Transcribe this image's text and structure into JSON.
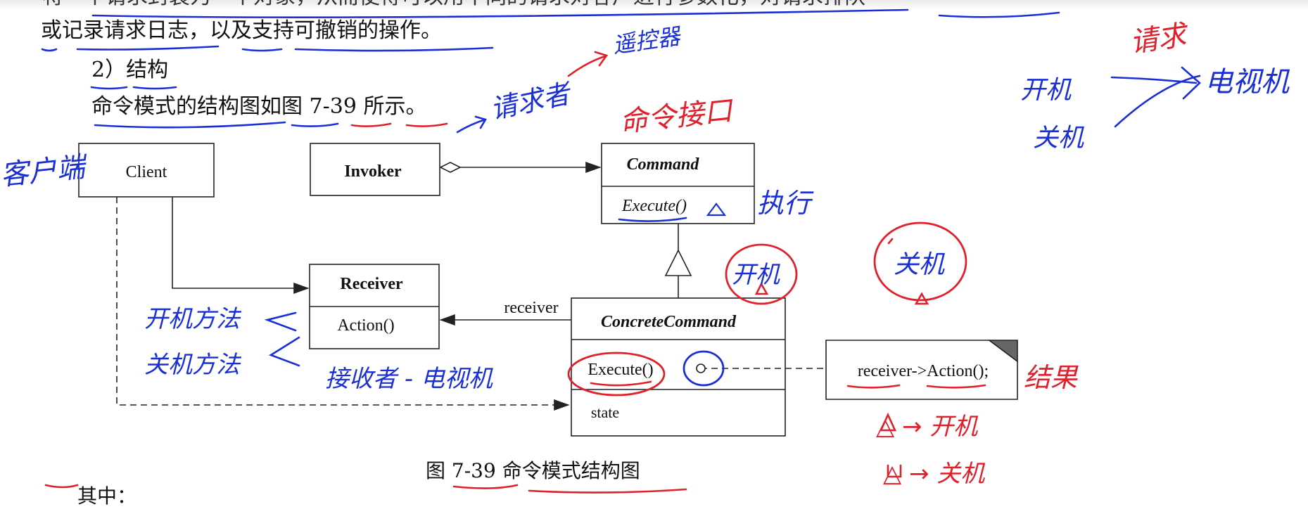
{
  "page": {
    "top_line_partial": "将一个请求封装为一个对象，从而使得可以用不同的请求对客户进行参数化，对请求排队",
    "intro_line": "或记录请求日志，以及支持可撤销的操作。",
    "section_heading": "2）结构",
    "structure_sentence": "命令模式的结构图如图 7-39 所示。",
    "figure_caption": "图 7-39   命令模式结构图",
    "bottom_partial": "其中："
  },
  "uml": {
    "client": "Client",
    "invoker": "Invoker",
    "command": {
      "name": "Command",
      "operation": "Execute()"
    },
    "receiver": {
      "name": "Receiver",
      "operation": "Action()"
    },
    "concrete_command": {
      "name": "ConcreteCommand",
      "operation": "Execute()",
      "attribute": "state"
    },
    "association_label": "receiver",
    "note": "receiver->Action();"
  },
  "annotations": {
    "client_side": "客户端",
    "requester": "请求者",
    "invoker_arrow": "遥控器",
    "command_interface": "命令接口",
    "execute": "执行",
    "power_on": "开机",
    "power_off": "关机",
    "power_on_method": "开机方法",
    "power_off_method": "关机方法",
    "receiver_tv": "接收者 - 电视机",
    "result": "结果",
    "on_maps": "△ → 开机",
    "off_maps": "△ → 关机",
    "top_on": "开机",
    "top_off": "关机",
    "top_arrow_label": "请求",
    "top_target": "电视机"
  },
  "colors": {
    "ink_blue": "#1a2fd6",
    "ink_red": "#e0202a",
    "uml_black": "#222222"
  }
}
